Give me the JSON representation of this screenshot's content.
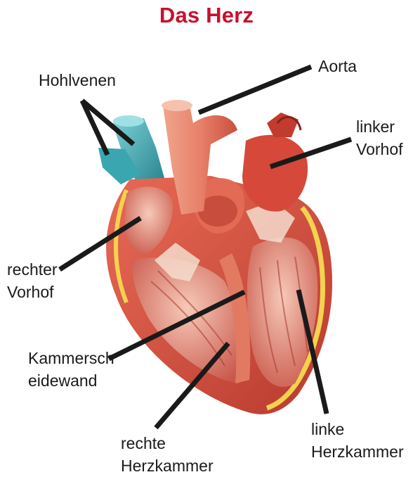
{
  "title": "Das Herz",
  "labels": {
    "hohlvenen": "Hohlvenen",
    "aorta": "Aorta",
    "linker_vorhof": "linker\nVorhof",
    "rechter_vorhof": "rechter\nVorhof",
    "kammerscheidewand": "Kammersch\neidewand",
    "rechte_herzkammer": "rechte\nHerzkammer",
    "linke_herzkammer": "linke\nHerzkammer"
  },
  "colors": {
    "title": "#c8102e",
    "leader_lines": "#1a1a1a",
    "muscle": "#d9503f",
    "inner_wall": "#f0b7a6",
    "vein": "#3aa6b0",
    "fat": "#f3d24f"
  }
}
